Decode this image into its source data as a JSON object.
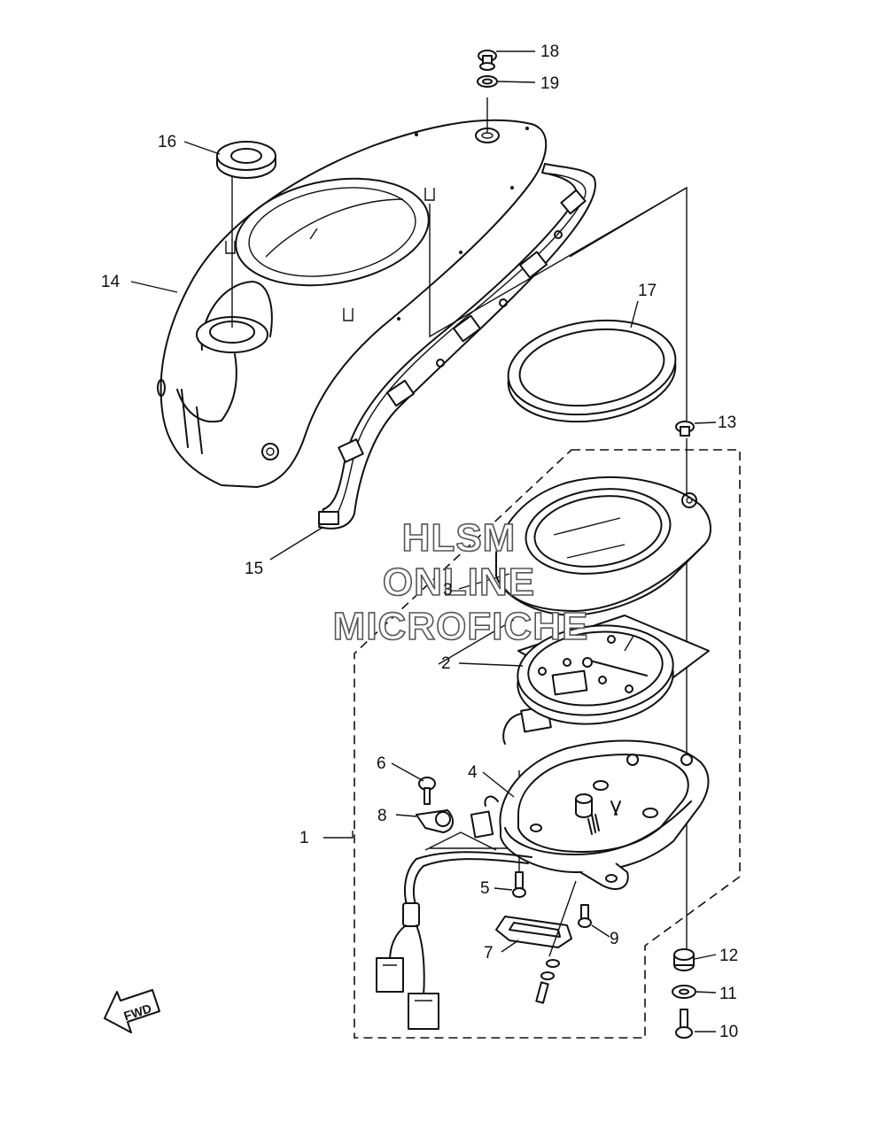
{
  "diagram": {
    "watermark": [
      "HLSM",
      "ONLINE",
      "MICROFICHE"
    ],
    "direction_label": "FWD",
    "callouts": [
      {
        "id": "1",
        "label": "1"
      },
      {
        "id": "2",
        "label": "2"
      },
      {
        "id": "3",
        "label": "3"
      },
      {
        "id": "4",
        "label": "4"
      },
      {
        "id": "5",
        "label": "5"
      },
      {
        "id": "6",
        "label": "6"
      },
      {
        "id": "7",
        "label": "7"
      },
      {
        "id": "8",
        "label": "8"
      },
      {
        "id": "9",
        "label": "9"
      },
      {
        "id": "10",
        "label": "10"
      },
      {
        "id": "11",
        "label": "11"
      },
      {
        "id": "12",
        "label": "12"
      },
      {
        "id": "13",
        "label": "13"
      },
      {
        "id": "14",
        "label": "14"
      },
      {
        "id": "15",
        "label": "15"
      },
      {
        "id": "16",
        "label": "16"
      },
      {
        "id": "17",
        "label": "17"
      },
      {
        "id": "18",
        "label": "18"
      },
      {
        "id": "19",
        "label": "19"
      }
    ]
  }
}
